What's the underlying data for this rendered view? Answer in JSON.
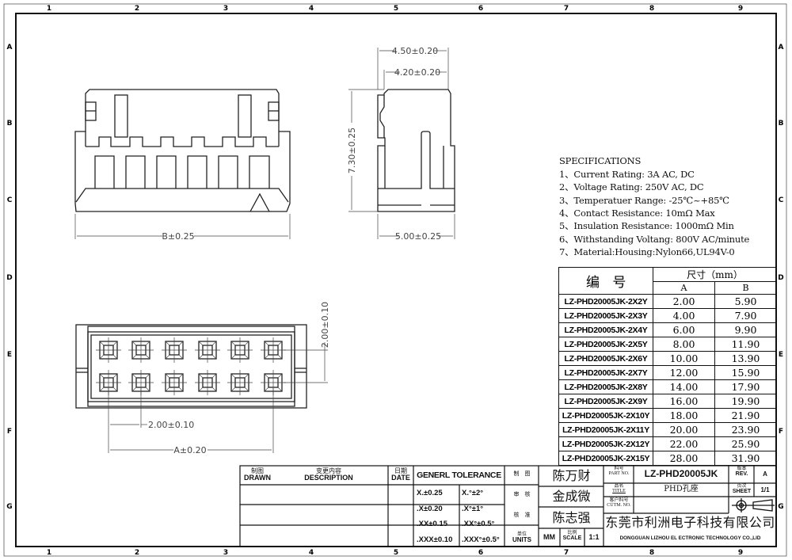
{
  "frame": {
    "columns": [
      "1",
      "2",
      "3",
      "4",
      "5",
      "6",
      "7",
      "8",
      "9"
    ],
    "rows": [
      "A",
      "B",
      "C",
      "D",
      "E",
      "F",
      "G"
    ]
  },
  "views": {
    "front_dim_b": "B±0.25",
    "side_dim_width_outer": "4.50±0.20",
    "side_dim_width_inner": "4.20±0.20",
    "side_dim_height": "7.30±0.25",
    "side_dim_base": "5.00±0.25",
    "bottom_dim_pitch_h": "2.00±0.10",
    "bottom_dim_pitch_v": "2.00±0.10",
    "bottom_dim_a": "A±0.20"
  },
  "specifications": {
    "title": "SPECIFICATIONS",
    "items": [
      "1、Current Rating: 3A AC, DC",
      "2、Voltage Rating: 250V AC, DC",
      "3、Temperatuer Range: -25℃~+85℃",
      "4、Contact Resistance: 10mΩ Max",
      "5、Insulation Resistance: 1000mΩ Min",
      "6、Withstanding Voltang: 800V AC/minute",
      "7、Material:Housing:Nylon66,UL94V-0"
    ]
  },
  "parts_table": {
    "col_code": "编　号",
    "col_size": "尺寸（mm）",
    "col_a": "A",
    "col_b": "B",
    "rows": [
      {
        "pn": "LZ-PHD20005JK-2X2Y",
        "a": "2.00",
        "b": "5.90"
      },
      {
        "pn": "LZ-PHD20005JK-2X3Y",
        "a": "4.00",
        "b": "7.90"
      },
      {
        "pn": "LZ-PHD20005JK-2X4Y",
        "a": "6.00",
        "b": "9.90"
      },
      {
        "pn": "LZ-PHD20005JK-2X5Y",
        "a": "8.00",
        "b": "11.90"
      },
      {
        "pn": "LZ-PHD20005JK-2X6Y",
        "a": "10.00",
        "b": "13.90"
      },
      {
        "pn": "LZ-PHD20005JK-2X7Y",
        "a": "12.00",
        "b": "15.90"
      },
      {
        "pn": "LZ-PHD20005JK-2X8Y",
        "a": "14.00",
        "b": "17.90"
      },
      {
        "pn": "LZ-PHD20005JK-2X9Y",
        "a": "16.00",
        "b": "19.90"
      },
      {
        "pn": "LZ-PHD20005JK-2X10Y",
        "a": "18.00",
        "b": "21.90"
      },
      {
        "pn": "LZ-PHD20005JK-2X11Y",
        "a": "20.00",
        "b": "23.90"
      },
      {
        "pn": "LZ-PHD20005JK-2X12Y",
        "a": "22.00",
        "b": "25.90"
      },
      {
        "pn": "LZ-PHD20005JK-2X15Y",
        "a": "28.00",
        "b": "31.90"
      }
    ]
  },
  "title_block": {
    "drawn_cn": "制图",
    "drawn_en": "DRAWN",
    "desc_cn": "变更内容",
    "desc_en": "DESCRIPTION",
    "date_cn": "日期",
    "date_en": "DATE",
    "tolerance_title": "GENERL  TOLERANCE",
    "tolerances": [
      [
        "X.±0.25",
        "X.°±2°"
      ],
      [
        ".X±0.20",
        ".X°±1°"
      ],
      [
        ".XX±0.15",
        ".XX°±0.5°"
      ],
      [
        ".XXX±0.10",
        ".XXX°±0.5°"
      ]
    ],
    "role_drawn": "制　图",
    "role_check": "审　核",
    "role_approve": "核　准",
    "units_cn": "单位",
    "units_en": "UNITS",
    "names": [
      "陈万财",
      "金成微",
      "陈志强"
    ],
    "units_value": "MM",
    "scale_cn": "比例",
    "scale_en": "SCALE",
    "scale_value": "1:1",
    "part_no_cn": "料号",
    "part_no_en": "PART NO.",
    "part_no": "LZ-PHD20005JK",
    "title_cn": "品名",
    "title_en": "TITLE",
    "title": "PHD孔座",
    "cust_cn": "客户料号",
    "cust_en": "CUTM. NO.",
    "rev_cn": "版本",
    "rev_en": "REV.",
    "rev": "A",
    "sheet_cn": "页次",
    "sheet_en": "SHEET",
    "sheet": "1/1",
    "company_cn": "东莞市利洲电子科技有限公司",
    "company_en": "DONGGUAN LIZHOU EL ECTRONIC TECHNOLOGY CO.,LID"
  }
}
